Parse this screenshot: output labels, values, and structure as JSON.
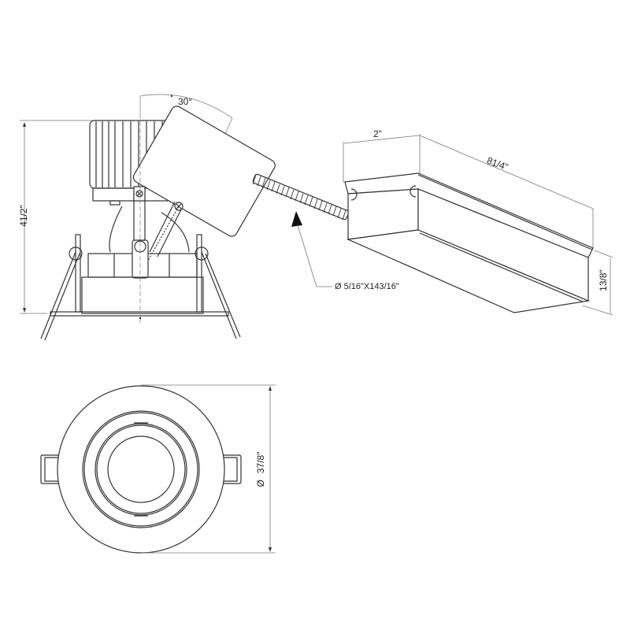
{
  "drawing": {
    "title": "Recessed adjustable LED downlight with remote junction box — dimension drawing",
    "views": [
      "side-view-fixture",
      "junction-box-isometric",
      "top-view-trim"
    ]
  },
  "dimensions": {
    "tilt_angle": "30°",
    "fixture_height": "41/2\"",
    "box_width": "2\"",
    "box_length": "81/4\"",
    "box_height": "13/8\"",
    "conduit": "Ø 5/16\"X143/16\"",
    "trim_diameter_symbol": "Ø",
    "trim_diameter": "37/8\""
  },
  "colors": {
    "line": "#333333",
    "dimension_line": "#777777",
    "background": "#ffffff"
  }
}
